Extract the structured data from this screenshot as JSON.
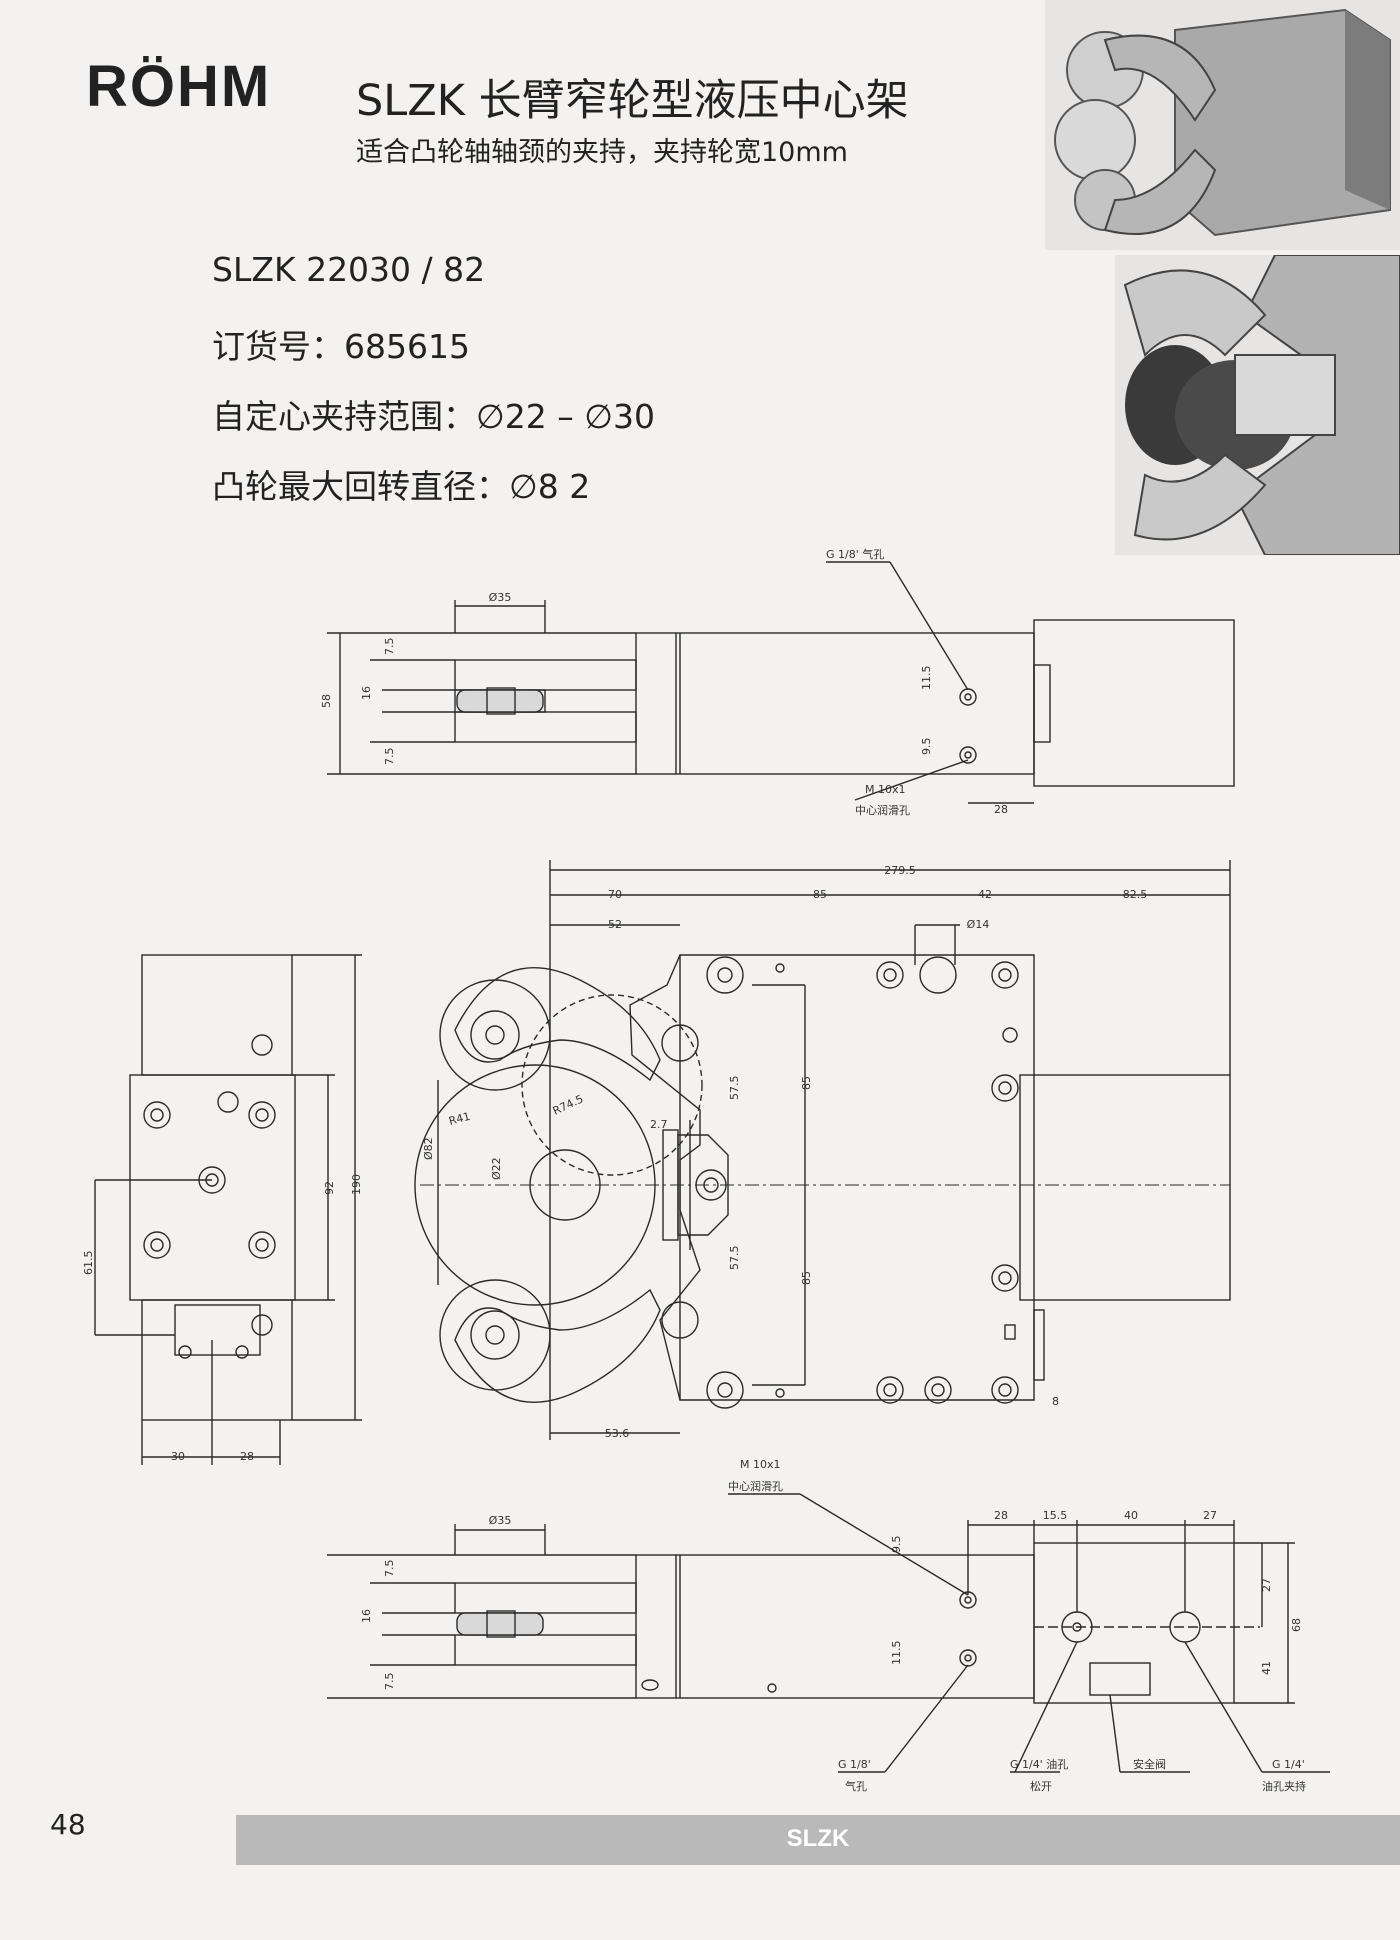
{
  "header": {
    "logo_text": "RÖHM",
    "title": "SLZK 长臂窄轮型液压中心架",
    "subtitle": "适合凸轮轴轴颈的夹持，夹持轮宽10mm"
  },
  "specs": {
    "model": "SLZK 22030 / 82",
    "order_no": "订货号：685615",
    "clamping_range": "自定心夹持范围：∅22 – ∅30",
    "cam_max_diameter": "凸轮最大回转直径：∅8 2"
  },
  "drawing_labels": {
    "top_air_port": "G 1/8' 气孔",
    "top_lube": "M 10x1",
    "top_lube_cn": "中心润滑孔",
    "dim_35": "Ø35",
    "dim_7_5": "7.5",
    "dim_16": "16",
    "dim_58": "58",
    "dim_11_5": "11.5",
    "dim_9_5": "9.5",
    "dim_28": "28",
    "dim_279_5": "279.5",
    "dim_70": "70",
    "dim_85": "85",
    "dim_42": "42",
    "dim_82_5": "82.5",
    "dim_52": "52",
    "dim_14": "Ø14",
    "dim_57_5": "57.5",
    "dim_2_7": "2.7",
    "dim_82": "Ø82",
    "dim_22": "Ø22",
    "dim_R41": "R41",
    "dim_R74_5": "R74.5",
    "dim_53_6": "53.6",
    "dim_92": "92",
    "dim_190": "190",
    "dim_61_5": "61.5",
    "dim_30": "30",
    "dim_15_5": "15.5",
    "dim_40": "40",
    "dim_27": "27",
    "dim_68": "68",
    "dim_41": "41",
    "dim_8": "8",
    "bottom_lube": "M 10x1",
    "bottom_lube_cn": "中心润滑孔",
    "g18": "G 1/8'",
    "g18_cn": "气孔",
    "g14_oil": "G 1/4' 油孔",
    "g14_oil_cn": "松开",
    "safety_valve": "安全阀",
    "g14": "G 1/4'",
    "g14_cn": "油孔夹持"
  },
  "footer": {
    "page_number": "48",
    "section": "SLZK"
  }
}
